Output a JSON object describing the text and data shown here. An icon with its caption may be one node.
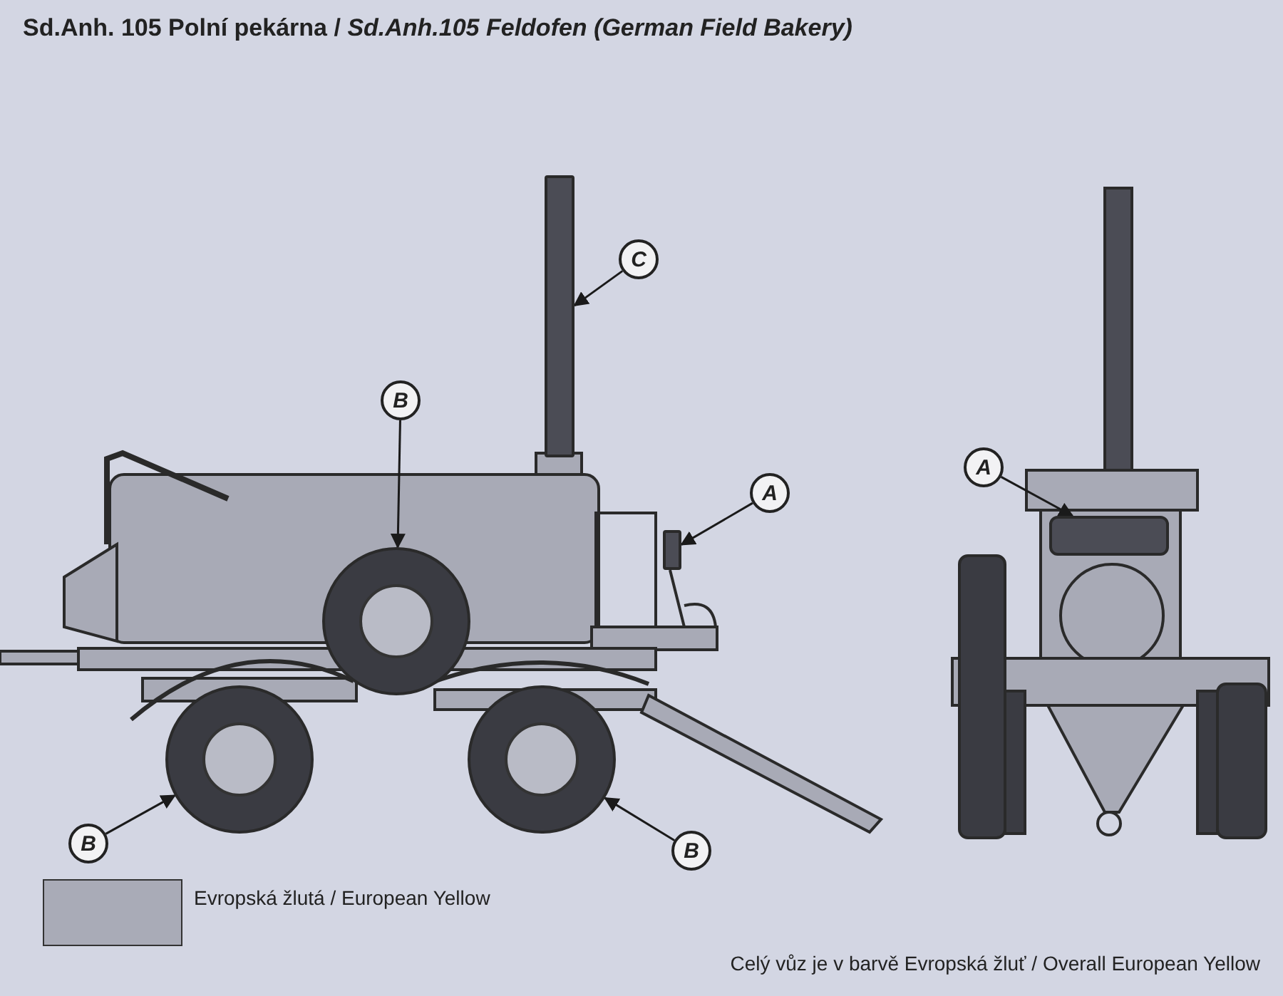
{
  "diagram": {
    "title": "Sd.Anh. 105 Polní pekárna  / *Sd.Anh.105 Feldofen (German Field Bakery)*",
    "nodes": [
      {
        "text": [
          "C"
        ]
      },
      {
        "text": [],
        "shape": "bar"
      },
      {
        "text": [
          "B"
        ]
      },
      {
        "text": [],
        "shape": "circle"
      },
      {
        "text": [
          "A"
        ]
      },
      {
        "text": [],
        "shape": "bar"
      },
      {
        "text": [
          "B"
        ]
      },
      {
        "text": [],
        "shape": "circle"
      },
      {
        "text": [
          "B"
        ]
      },
      {
        "text": [],
        "shape": "circle"
      },
      {
        "text": [
          "A"
        ]
      },
      {
        "text": [],
        "shape": "box"
      }
    ],
    "edges": [
      {
        "from": 0,
        "to": 1,
        "arrow": "to"
      },
      {
        "from": 2,
        "to": 3,
        "arrow": "to"
      },
      {
        "from": 4,
        "to": 5,
        "arrow": "to"
      },
      {
        "from": 6,
        "to": 7,
        "arrow": "to"
      },
      {
        "from": 8,
        "to": 9,
        "arrow": "to"
      },
      {
        "from": 10,
        "to": 11,
        "arrow": "to"
      }
    ],
    "labels": [
      "Celý vůz je v barvě Evropská žluť / Overall European Yellow"
    ],
    "legend": [
      {
        "text": "Evropská žlutá / European Yellow",
        "color": "#a9abb7"
      }
    ]
  }
}
